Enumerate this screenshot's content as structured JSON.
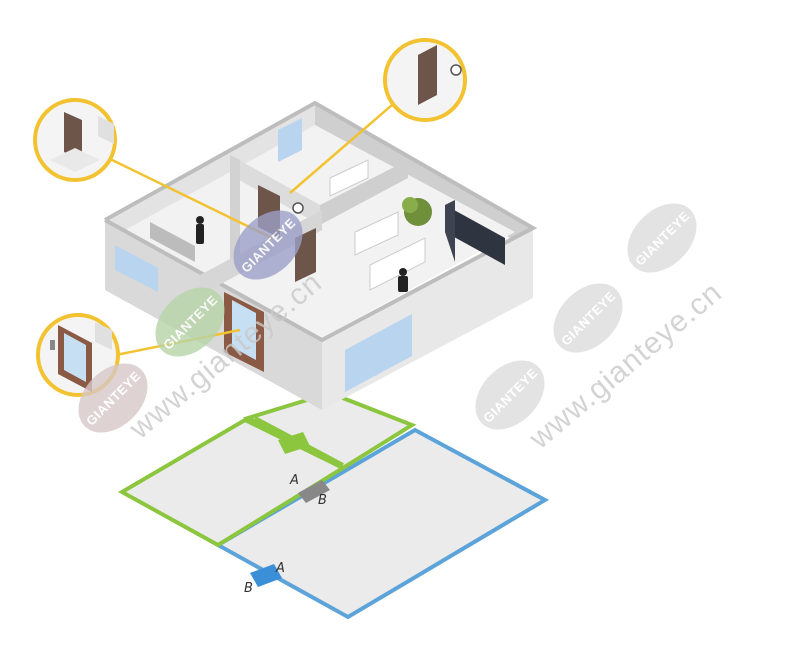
{
  "floor_plan": {
    "door_label_a": "A",
    "door_label_b": "B",
    "colors": {
      "secure_zone": "#8cc63f",
      "outer_zone": "#5ba3d9",
      "zone_door": "#888888",
      "outer_door": "#3b8fd6",
      "callout": "#f2c230"
    }
  },
  "watermark": {
    "badge_text": "GIANTEYE",
    "url_text": "www.gianteye.cn"
  }
}
